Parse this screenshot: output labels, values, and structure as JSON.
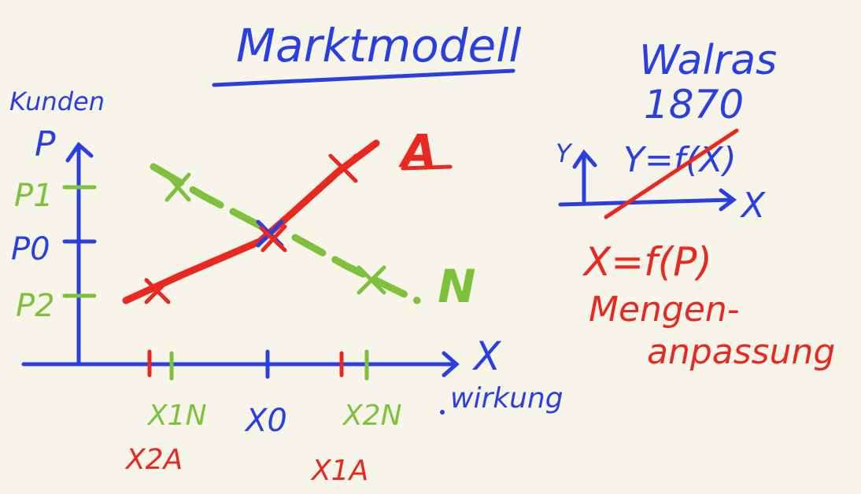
{
  "title": "Marktmodell",
  "ylabel": "Kunden",
  "p_axis_label": "P",
  "x_axis_label": "X",
  "x_axis_sublabel": "wirkung",
  "price_levels": [
    "P1",
    "P0",
    "P2"
  ],
  "curves": {
    "supply": "A",
    "demand": "N"
  },
  "quantities": {
    "x1N": "X1N",
    "x2A": "X2A",
    "x0": "X0",
    "x2N": "X2N",
    "x1A": "X1A"
  },
  "side": {
    "author": "Walras",
    "year": "1870",
    "inset_y": "Y",
    "inset_x": "X",
    "inset_formula": "Y=f(X)",
    "formula": "X=f(P)",
    "line1": "Mengen-",
    "line2": "anpassung"
  },
  "colors": {
    "ink_blue": "#2a3fe0",
    "supply_red": "#e8291f",
    "demand_green": "#7fc13d",
    "paper": "#f7f4ea"
  }
}
